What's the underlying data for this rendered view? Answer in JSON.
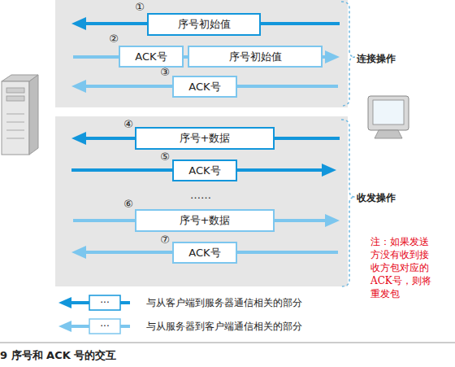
{
  "diagram": {
    "caption": "9 序号和 ACK 号的交互",
    "nodes": [
      {
        "text": [
          "序号初始值"
        ]
      },
      {
        "text": [
          "ACK号"
        ]
      },
      {
        "text": [
          "序号初始值"
        ]
      },
      {
        "text": [
          "ACK号"
        ]
      },
      {
        "text": [
          "序号+数据"
        ]
      },
      {
        "text": [
          "ACK号"
        ]
      },
      {
        "text": [
          "序号+数据"
        ]
      },
      {
        "text": [
          "ACK号"
        ]
      }
    ],
    "labels": [
      "①",
      "②",
      "③",
      "④",
      "⑤",
      "……",
      "⑥",
      "⑦",
      "连接操作",
      "收发操作",
      "注：如果发送 方没有收到接 收方包对应的 ACK号，则将 重发包",
      "···",
      "···"
    ],
    "legend": [
      {
        "text": "与从客户端到服务器通信相关的部分"
      },
      {
        "text": "与从服务器到客户端通信相关的部分"
      }
    ]
  }
}
